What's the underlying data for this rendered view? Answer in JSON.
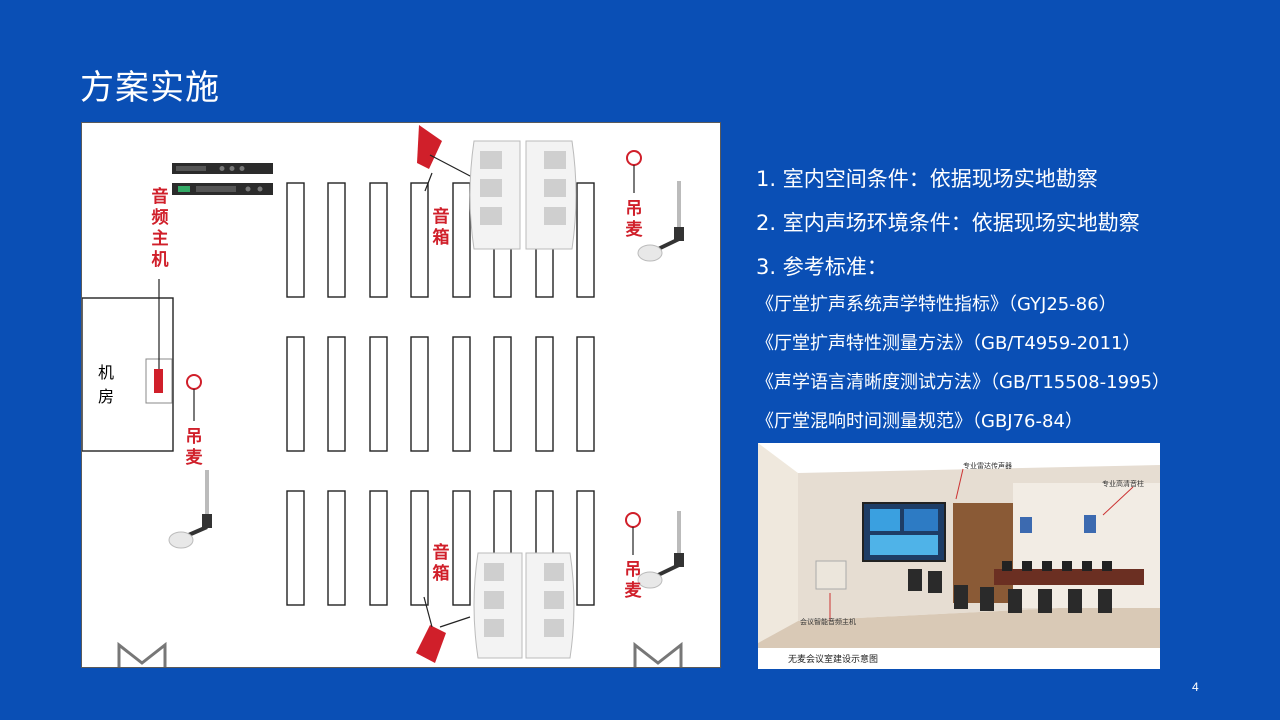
{
  "slide": {
    "title": "方案实施",
    "page_number": "4"
  },
  "floor_plan": {
    "labels": {
      "host": "音频主机",
      "room": "机房",
      "speaker_top": "音箱",
      "speaker_bottom": "音箱",
      "mic_left": "吊麦",
      "mic_top_right": "吊麦",
      "mic_bottom_right": "吊麦"
    },
    "colors": {
      "accent_red": "#d01f2a",
      "outline": "#222222"
    }
  },
  "points": [
    "1. 室内空间条件：依据现场实地勘察",
    "2. 室内声场环境条件：依据现场实地勘察",
    "3. 参考标准："
  ],
  "standards": [
    "《厅堂扩声系统声学特性指标》（GYJ25-86）",
    "《厅堂扩声特性测量方法》（GB/T4959-2011）",
    "《声学语言清晰度测试方法》（GB/T15508-1995）",
    "《厅堂混响时间测量规范》（GBJ76-84）"
  ],
  "photo": {
    "tag_radar": "专业雷达传声器",
    "tag_column": "专业高清音柱",
    "tag_host": "会议智能音频主机",
    "caption": "无麦会议室建设示意图"
  },
  "theme": {
    "background": "#0a4fb5",
    "text": "#ffffff"
  }
}
